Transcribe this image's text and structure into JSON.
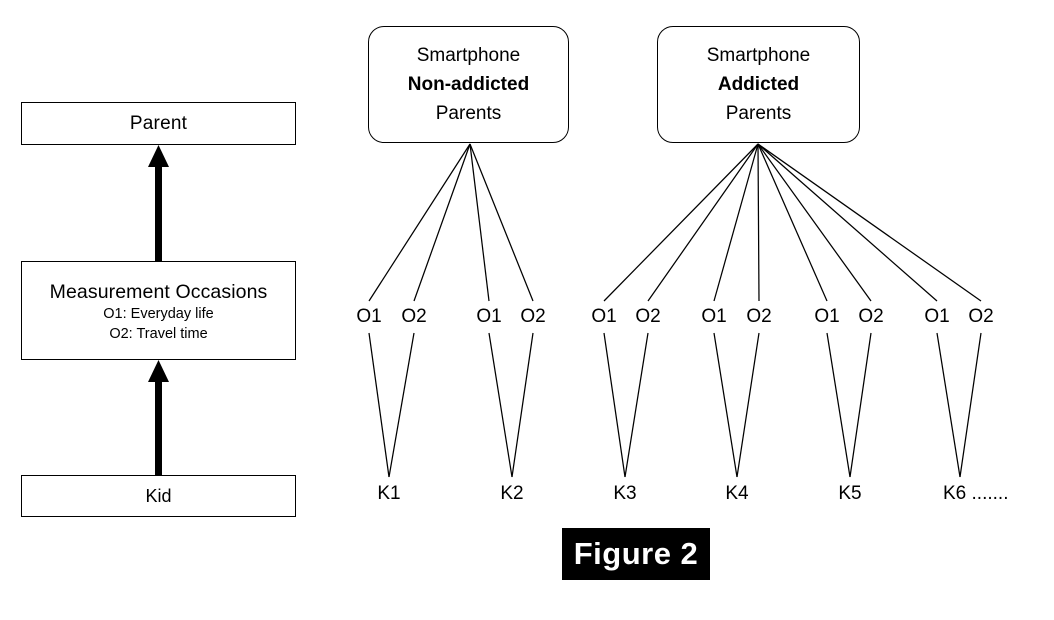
{
  "legend": {
    "parent": {
      "label": "Parent"
    },
    "measurement_occasions": {
      "title": "Measurement Occasions",
      "line1": "O1: Everyday life",
      "line2": "O2: Travel time"
    },
    "kid": {
      "label": "Kid"
    },
    "arrows": [
      {
        "name": "kid-to-measurement-arrow",
        "direction": "up"
      },
      {
        "name": "measurement-to-parent-arrow",
        "direction": "up"
      }
    ]
  },
  "diagram": {
    "groups": [
      {
        "id": "non-addicted",
        "line1": "Smartphone",
        "line2": "Non-addicted",
        "line3": "Parents",
        "line2_bold": true,
        "kids": [
          "K1",
          "K2"
        ]
      },
      {
        "id": "addicted",
        "line1": "Smartphone",
        "line2": "Addicted",
        "line3": "Parents",
        "line2_bold": true,
        "kids": [
          "K3",
          "K4",
          "K5",
          "K6 ......."
        ]
      }
    ],
    "occasion_labels": [
      "O1",
      "O2"
    ],
    "occasions_row": [
      "O1",
      "O2",
      "O1",
      "O2",
      "O1",
      "O2",
      "O1",
      "O2",
      "O1",
      "O2",
      "O1",
      "O2"
    ],
    "kids_row": [
      "K1",
      "K2",
      "K3",
      "K4",
      "K5",
      "K6 ......."
    ]
  },
  "caption": {
    "text": "Figure 2"
  },
  "colors": {
    "stroke": "#000000",
    "background": "#ffffff",
    "caption_background": "#000000",
    "caption_text": "#ffffff"
  }
}
